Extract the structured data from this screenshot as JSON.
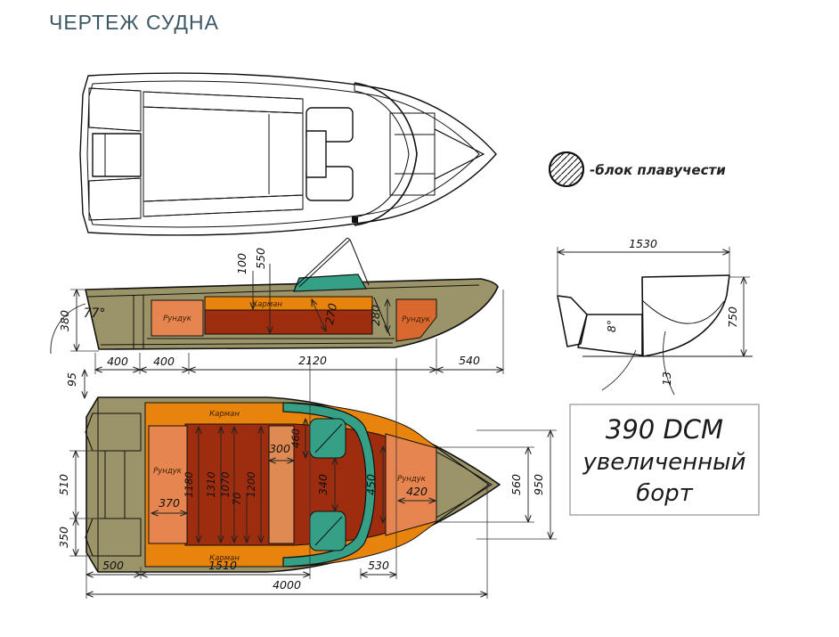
{
  "title": "ЧЕРТЕЖ СУДНА",
  "legend": {
    "label": "-блок плавучести"
  },
  "note": {
    "line1": "390 DCM",
    "line2": "увеличенный",
    "line3": "борт"
  },
  "colors": {
    "title": "#3c5766",
    "hull_olive": "#9b9468",
    "pocket_orange": "#e8830b",
    "floor_red": "#9e2d0f",
    "locker_orange": "#e6854f",
    "bow_locker_orange": "#d8682e",
    "bench_orange": "#df8a52",
    "teal": "#35a086",
    "note_border": "#a8a8a8"
  },
  "side": {
    "angle77": "77°",
    "d380": "380",
    "d100": "100",
    "d550": "550",
    "d270": "270",
    "d280": "280",
    "locker_left": "Рундук",
    "pocket": "Карман",
    "locker_right": "Рундук"
  },
  "chain_top": {
    "d95": "95",
    "d400a": "400",
    "d400b": "400",
    "d2120": "2120",
    "d540": "540"
  },
  "plan": {
    "d510": "510",
    "d350": "350",
    "pocket_top": "Карман",
    "pocket_bottom": "Карман",
    "locker": "Рундук",
    "d370": "370",
    "d1180": "1180",
    "d1310": "1310",
    "d1070": "1070",
    "d70": "70",
    "d1200": "1200",
    "d300": "300",
    "d460": "460",
    "d340": "340",
    "d450": "450",
    "bow_locker": "Рундук",
    "d420": "420",
    "d560": "560",
    "d950": "950"
  },
  "chain_bottom": {
    "d500": "500",
    "d1510": "1510",
    "d530": "530",
    "d4000": "4000"
  },
  "section": {
    "d1530": "1530",
    "d750": "750",
    "angle8": "8°",
    "angle13": "13"
  }
}
